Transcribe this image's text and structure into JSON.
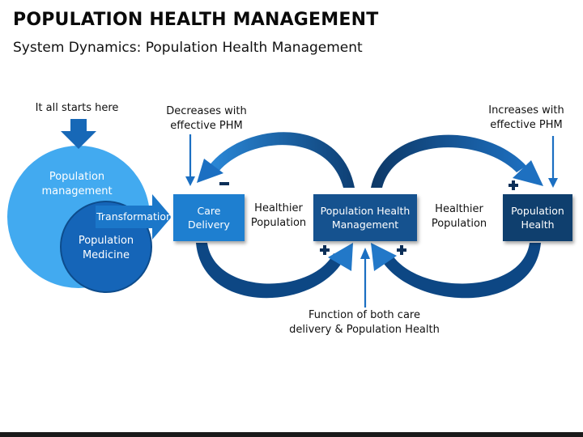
{
  "title": "POPULATION HEALTH MANAGEMENT",
  "subtitle": "System Dynamics: Population Health Management",
  "start_label": "It all starts here",
  "circle_outer_label": "Population\nmanagement",
  "circle_inner_label": "Population\nMedicine",
  "transformation_label": "Transformation",
  "boxes": {
    "care_delivery": "Care\nDelivery",
    "phm": "Population Health\nManagement",
    "population_health": "Population\nHealth"
  },
  "between_left": "Healthier\nPopulation",
  "between_right": "Healthier\nPopulation",
  "decreases_label": "Decreases with\neffective PHM",
  "increases_label": "Increases with\neffective PHM",
  "function_label": "Function of both care\ndelivery & Population Health",
  "signs": {
    "minus": "−",
    "plus": "+"
  },
  "colors": {
    "light_blue": "#42aaf0",
    "mid_blue": "#1b77c9",
    "dark_blue": "#0c3d6e",
    "care_box": "#1e7fd0",
    "phm_box": "#15528f",
    "health_box": "#0f3f6e"
  }
}
